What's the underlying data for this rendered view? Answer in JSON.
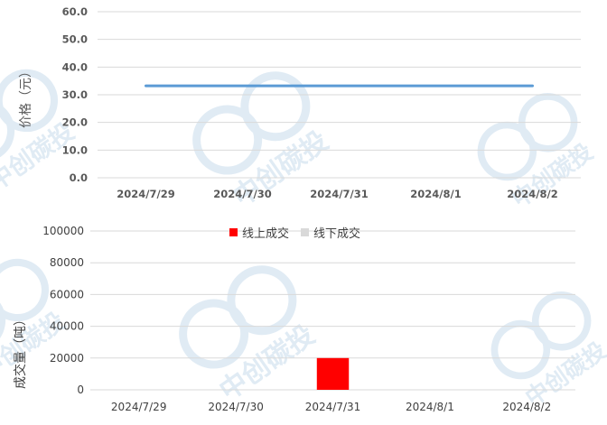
{
  "watermark": {
    "text": "中创碳投",
    "color": "#dbe8f3"
  },
  "chart_data": [
    {
      "type": "line",
      "title": "",
      "xlabel": "",
      "ylabel": "价格（元）",
      "categories": [
        "2024/7/29",
        "2024/7/30",
        "2024/7/31",
        "2024/8/1",
        "2024/8/2"
      ],
      "series": [
        {
          "values": [
            33.2,
            33.2,
            33.2,
            33.2,
            33.2
          ],
          "color": "#5b9bd5"
        }
      ],
      "ylim": [
        0,
        60
      ],
      "yticks": [
        "0.0",
        "10.0",
        "20.0",
        "30.0",
        "40.0",
        "50.0",
        "60.0"
      ],
      "grid": true,
      "legend": "none"
    },
    {
      "type": "bar",
      "title": "",
      "xlabel": "",
      "ylabel": "成交量（吨）",
      "categories": [
        "2024/7/29",
        "2024/7/30",
        "2024/7/31",
        "2024/8/1",
        "2024/8/2"
      ],
      "series": [
        {
          "name": "线上成交",
          "values": [
            0,
            0,
            20000,
            0,
            0
          ],
          "color": "#ff0000"
        },
        {
          "name": "线下成交",
          "values": [
            0,
            0,
            0,
            0,
            0
          ],
          "color": "#d9d9d9"
        }
      ],
      "ylim": [
        0,
        100000
      ],
      "yticks": [
        "0",
        "20000",
        "40000",
        "60000",
        "80000",
        "100000"
      ],
      "grid": true,
      "legend": "top-center"
    }
  ]
}
